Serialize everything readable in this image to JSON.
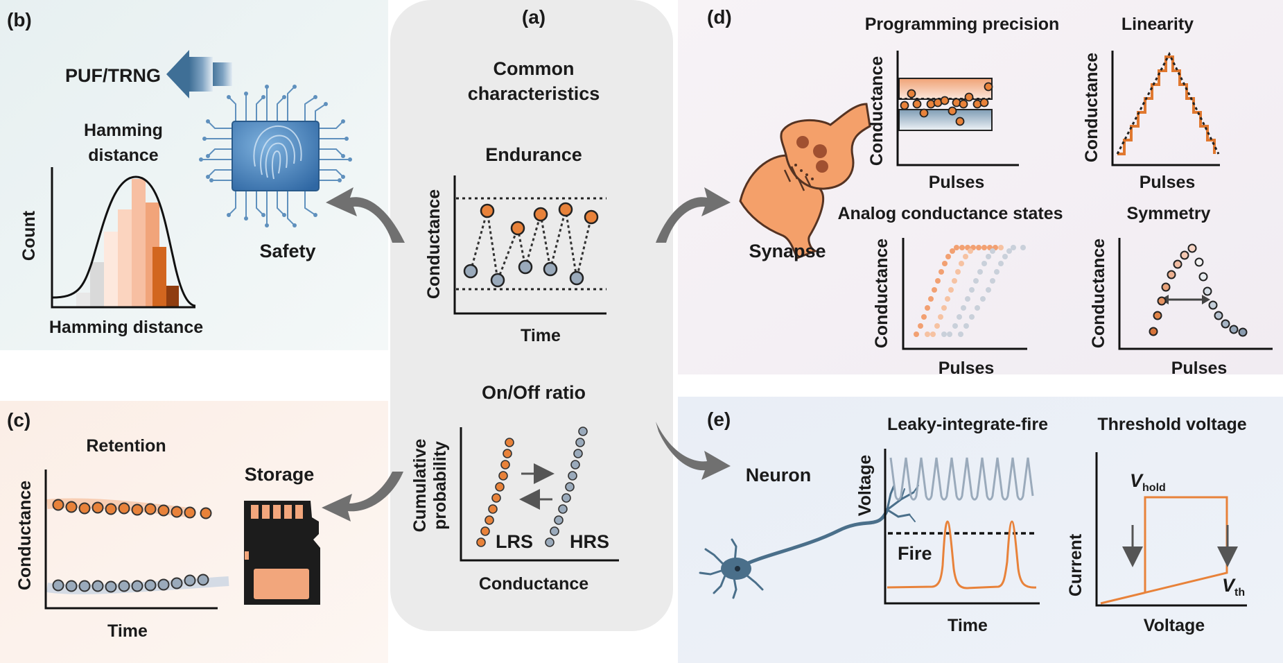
{
  "panels": {
    "a": {
      "letter": "(a)",
      "title_line1": "Common",
      "title_line2": "characteristics",
      "endurance": {
        "title": "Endurance",
        "ylabel": "Conductance",
        "xlabel": "Time"
      },
      "onoff": {
        "title": "On/Off ratio",
        "ylabel_line1": "Cumulative",
        "ylabel_line2": "probability",
        "xlabel": "Conductance",
        "lrs": "LRS",
        "hrs": "HRS"
      }
    },
    "b": {
      "letter": "(b)",
      "puf": "PUF/TRNG",
      "safety": "Safety",
      "title_line1": "Hamming",
      "title_line2": "distance",
      "ylabel": "Count",
      "xlabel": "Hamming distance"
    },
    "c": {
      "letter": "(c)",
      "title": "Retention",
      "ylabel": "Conductance",
      "xlabel": "Time",
      "storage": "Storage"
    },
    "d": {
      "letter": "(d)",
      "synapse": "Synapse",
      "precision": {
        "title": "Programming precision",
        "ylabel": "Conductance",
        "xlabel": "Pulses"
      },
      "linearity": {
        "title": "Linearity",
        "ylabel": "Conductance",
        "xlabel": "Pulses"
      },
      "analog": {
        "title": "Analog conductance states",
        "ylabel": "Conductance",
        "xlabel": "Pulses"
      },
      "symmetry": {
        "title": "Symmetry",
        "ylabel": "Conductance",
        "xlabel": "Pulses"
      }
    },
    "e": {
      "letter": "(e)",
      "neuron": "Neuron",
      "lif": {
        "title": "Leaky-integrate-fire",
        "ylabel": "Voltage",
        "xlabel": "Time",
        "fire": "Fire"
      },
      "threshold": {
        "title": "Threshold voltage",
        "ylabel": "Current",
        "xlabel": "Voltage",
        "vhold": "V",
        "vhold_sub": "hold",
        "vth": "V",
        "vth_sub": "th"
      }
    }
  },
  "colors": {
    "orange": "#e8823a",
    "orange_dark": "#c65a12",
    "gray_blue": "#9aaabb",
    "arrow": "#6f6f6f",
    "center_bg": "#ebebeb",
    "chip_blue": "#3f7fb8",
    "neuron_blue": "#4a6f8a"
  }
}
